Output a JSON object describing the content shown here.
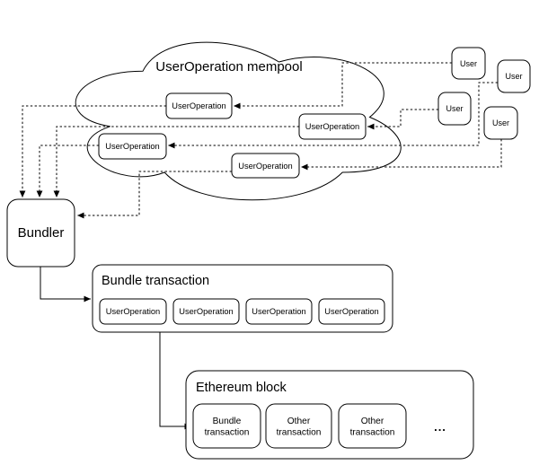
{
  "colors": {
    "line": "#000000",
    "box_fill": "#ffffff",
    "box_stroke": "#000000",
    "text": "#000000"
  },
  "mempool": {
    "title": "UserOperation mempool",
    "operations": [
      "UserOperation",
      "UserOperation",
      "UserOperation",
      "UserOperation"
    ]
  },
  "users": [
    "User",
    "User",
    "User",
    "User"
  ],
  "bundler": {
    "label": "Bundler"
  },
  "bundle_transaction": {
    "title": "Bundle transaction",
    "operations": [
      "UserOperation",
      "UserOperation",
      "UserOperation",
      "UserOperation"
    ]
  },
  "ethereum_block": {
    "title": "Ethereum block",
    "transactions": [
      {
        "line1": "Bundle",
        "line2": "transaction"
      },
      {
        "line1": "Other",
        "line2": "transaction"
      },
      {
        "line1": "Other",
        "line2": "transaction"
      }
    ],
    "more_indicator": "..."
  }
}
